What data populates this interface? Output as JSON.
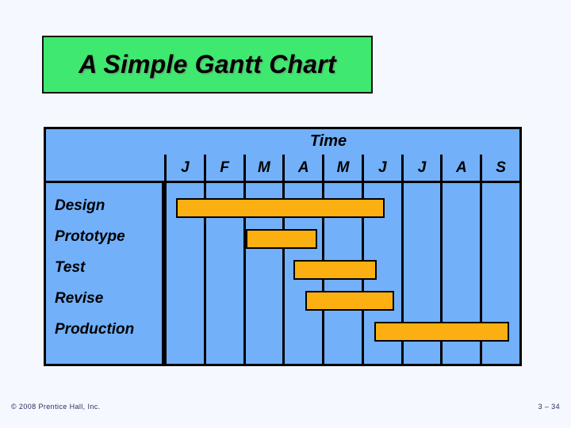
{
  "slide": {
    "title": "A Simple Gantt Chart",
    "title_bg_color": "#3FE86E",
    "page_bg_color": "#F5F9FF"
  },
  "chart_data": {
    "type": "bar",
    "title": "A Simple Gantt Chart",
    "xlabel": "Time",
    "ylabel": "",
    "grid": true,
    "legend": "none",
    "time_axis_label": "Time",
    "categories": [
      "Design",
      "Prototype",
      "Test",
      "Revise",
      "Production"
    ],
    "x_tick_labels": [
      "J",
      "F",
      "M",
      "A",
      "M",
      "J",
      "J",
      "A",
      "S"
    ],
    "xlim": [
      0,
      9
    ],
    "bar_color": "#FCAF10",
    "plot_bg_color": "#72B0FA",
    "tasks": [
      {
        "name": "Design",
        "start_month": 0.3,
        "end_month": 5.55,
        "start_label": "J",
        "end_label": "J"
      },
      {
        "name": "Prototype",
        "start_month": 2.05,
        "end_month": 3.85,
        "start_label": "M",
        "end_label": "A"
      },
      {
        "name": "Test",
        "start_month": 3.25,
        "end_month": 5.35,
        "start_label": "A",
        "end_label": "J"
      },
      {
        "name": "Revise",
        "start_month": 3.55,
        "end_month": 5.8,
        "start_label": "A",
        "end_label": "J"
      },
      {
        "name": "Production",
        "start_month": 5.3,
        "end_month": 8.7,
        "start_label": "J",
        "end_label": "S"
      }
    ]
  },
  "footer": {
    "copyright": "© 2008 Prentice Hall, Inc.",
    "page_number": "3 – 34"
  }
}
